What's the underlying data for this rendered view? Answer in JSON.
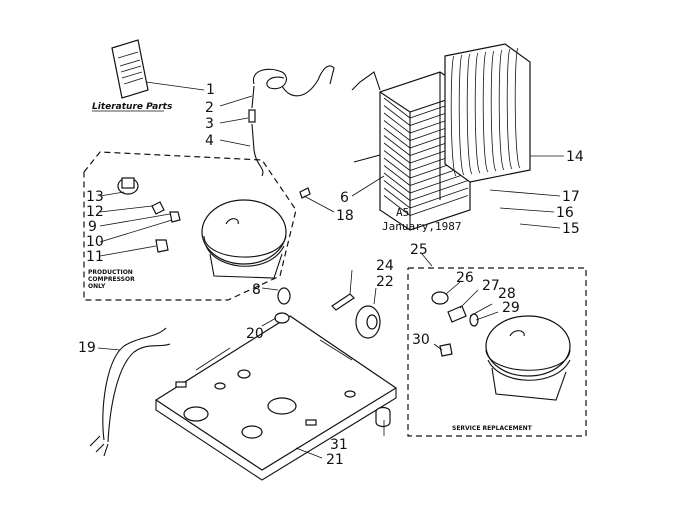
{
  "diagram": {
    "literature_label": "Literature Parts",
    "date_code": "A5",
    "date_text": "January,1987",
    "production_note": [
      "PRODUCTION",
      "COMPRESSOR",
      "ONLY"
    ],
    "service_note": "SERVICE REPLACEMENT",
    "callouts": {
      "c1": "1",
      "c2": "2",
      "c3": "3",
      "c4": "4",
      "c6": "6",
      "c8": "8",
      "c9": "9",
      "c10": "10",
      "c11": "11",
      "c12": "12",
      "c13": "13",
      "c14": "14",
      "c15": "15",
      "c16": "16",
      "c17": "17",
      "c18": "18",
      "c19": "19",
      "c20": "20",
      "c21": "21",
      "c22": "22",
      "c24": "24",
      "c25": "25",
      "c26": "26",
      "c27": "27",
      "c28": "28",
      "c29": "29",
      "c30": "30",
      "c31": "31"
    }
  }
}
